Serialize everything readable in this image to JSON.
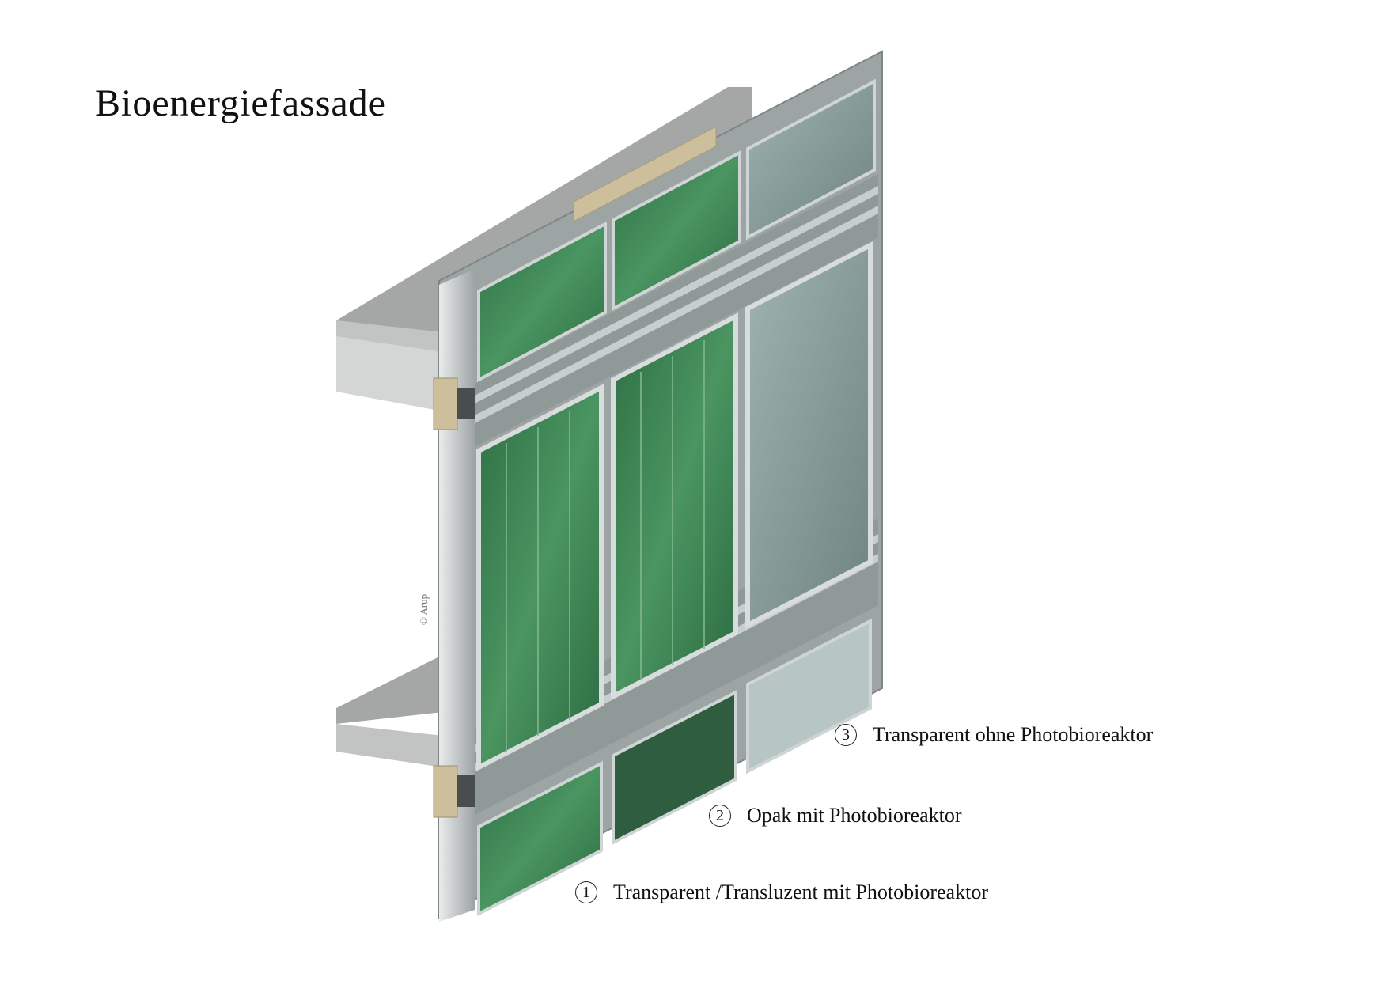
{
  "title": "Bioenergiefassade",
  "credit": "© Arup",
  "legend": [
    {
      "num": "3",
      "label": "Transparent ohne Photobioreaktor"
    },
    {
      "num": "2",
      "label": "Opak mit Photobioreaktor"
    },
    {
      "num": "1",
      "label": "Transparent /Transluzent mit Photobioreaktor"
    }
  ],
  "colors": {
    "frame": "#b8bcbc",
    "glass": "#aebfbd",
    "algae": "#3f8a55",
    "slab": "#a9abab",
    "bracket": "#cdbf9c"
  }
}
